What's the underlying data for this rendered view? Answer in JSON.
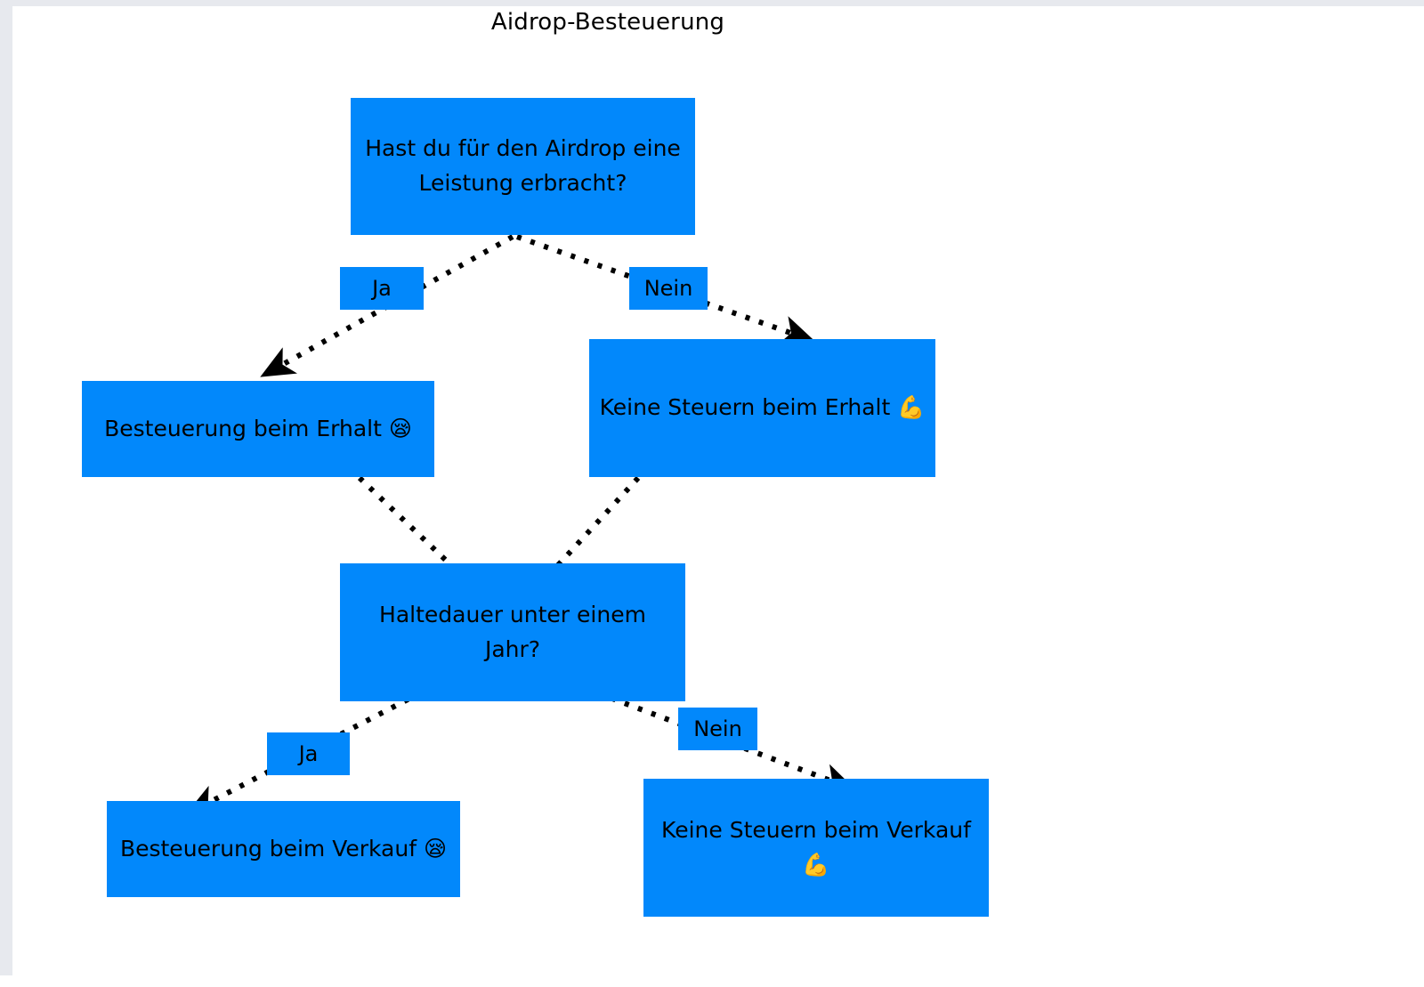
{
  "diagram": {
    "title": "Aidrop-Besteuerung",
    "type": "decision-flowchart",
    "node_fill_color": "#0288fb",
    "text_color": "#000000",
    "background_color": "#ffffff",
    "edge_style": "dotted-with-arrowhead",
    "edge_color": "#000000",
    "nodes": [
      {
        "id": "q1",
        "text": "Hast du für den Airdrop eine Leistung erbracht?"
      },
      {
        "id": "r1",
        "text": "Besteuerung beim Erhalt 😪"
      },
      {
        "id": "r2",
        "text": "Keine Steuern beim Erhalt 💪"
      },
      {
        "id": "q2",
        "text": "Haltedauer unter einem Jahr?"
      },
      {
        "id": "r3",
        "text": "Besteuerung beim Verkauf 😪"
      },
      {
        "id": "r4",
        "text": "Keine Steuern beim Verkauf💪"
      }
    ],
    "edge_labels": [
      {
        "id": "e1",
        "text": "Ja"
      },
      {
        "id": "e2",
        "text": "Nein"
      },
      {
        "id": "e3",
        "text": "Ja"
      },
      {
        "id": "e4",
        "text": "Nein"
      }
    ]
  }
}
